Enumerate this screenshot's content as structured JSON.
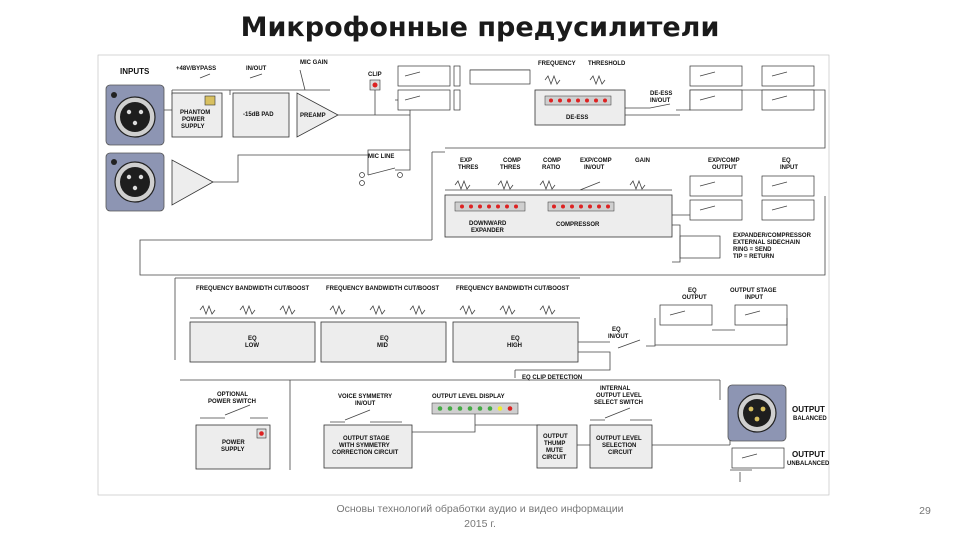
{
  "slide": {
    "title": "Микрофонные предусилители",
    "footer_line1": "Основы технологий обработки аудио и видео информации",
    "footer_line2": "2015 г.",
    "page_number": "29"
  },
  "diagram": {
    "inputs": "INPUTS",
    "bypass_48v": "+48V/BYPASS",
    "in_out": "IN/OUT",
    "mic_gain": "MIC GAIN",
    "clip": "CLIP",
    "phantom_1": "PHANTOM",
    "phantom_2": "POWER",
    "phantom_3": "SUPPLY",
    "pad": "-15dB PAD",
    "preamp": "PREAMP",
    "mic_line": "MIC LINE",
    "frequency": "FREQUENCY",
    "threshold": "THRESHOLD",
    "de_ess": "DE-ESS",
    "de_ess_inout_1": "DE-ESS",
    "de_ess_inout_2": "IN/OUT",
    "exp_thres_1": "EXP",
    "exp_thres_2": "THRES",
    "comp_thres_1": "COMP",
    "comp_thres_2": "THRES",
    "comp_ratio_1": "COMP",
    "comp_ratio_2": "RATIO",
    "expcomp_inout_1": "EXP/COMP",
    "expcomp_inout_2": "IN/OUT",
    "gain": "GAIN",
    "expcomp_output_1": "EXP/COMP",
    "expcomp_output_2": "OUTPUT",
    "eq_input_1": "EQ",
    "eq_input_2": "INPUT",
    "downward_1": "DOWNWARD",
    "downward_2": "EXPANDER",
    "compressor": "COMPRESSOR",
    "sidechain_1": "EXPANDER/COMPRESSOR",
    "sidechain_2": "EXTERNAL SIDECHAIN",
    "sidechain_3": "RING = SEND",
    "sidechain_4": "TIP = RETURN",
    "eq_band_labels": "FREQUENCY  BANDWIDTH  CUT/BOOST",
    "eq": "EQ",
    "low": "LOW",
    "mid": "MID",
    "high": "HIGH",
    "eq_inout_1": "EQ",
    "eq_inout_2": "IN/OUT",
    "eq_output_1": "EQ",
    "eq_output_2": "OUTPUT",
    "output_stage_input_1": "OUTPUT STAGE",
    "output_stage_input_2": "INPUT",
    "eq_clip": "EQ CLIP DETECTION",
    "opt_power_1": "OPTIONAL",
    "opt_power_2": "POWER SWITCH",
    "power_1": "POWER",
    "power_2": "SUPPLY",
    "voice_sym_1": "VOICE SYMMETRY",
    "voice_sym_2": "IN/OUT",
    "output_level_display": "OUTPUT LEVEL DISPLAY",
    "out_stage_1": "OUTPUT STAGE",
    "out_stage_2": "WITH SYMMETRY",
    "out_stage_3": "CORRECTION CIRCUIT",
    "thump_1": "OUTPUT",
    "thump_2": "THUMP",
    "thump_3": "MUTE",
    "thump_4": "CIRCUIT",
    "internal_1": "INTERNAL",
    "internal_2": "OUTPUT LEVEL",
    "internal_3": "SELECT SWITCH",
    "sel_1": "OUTPUT LEVEL",
    "sel_2": "SELECTION",
    "sel_3": "CIRCUIT",
    "output": "OUTPUT",
    "balanced": "BALANCED",
    "unbalanced": "UNBALANCED"
  }
}
